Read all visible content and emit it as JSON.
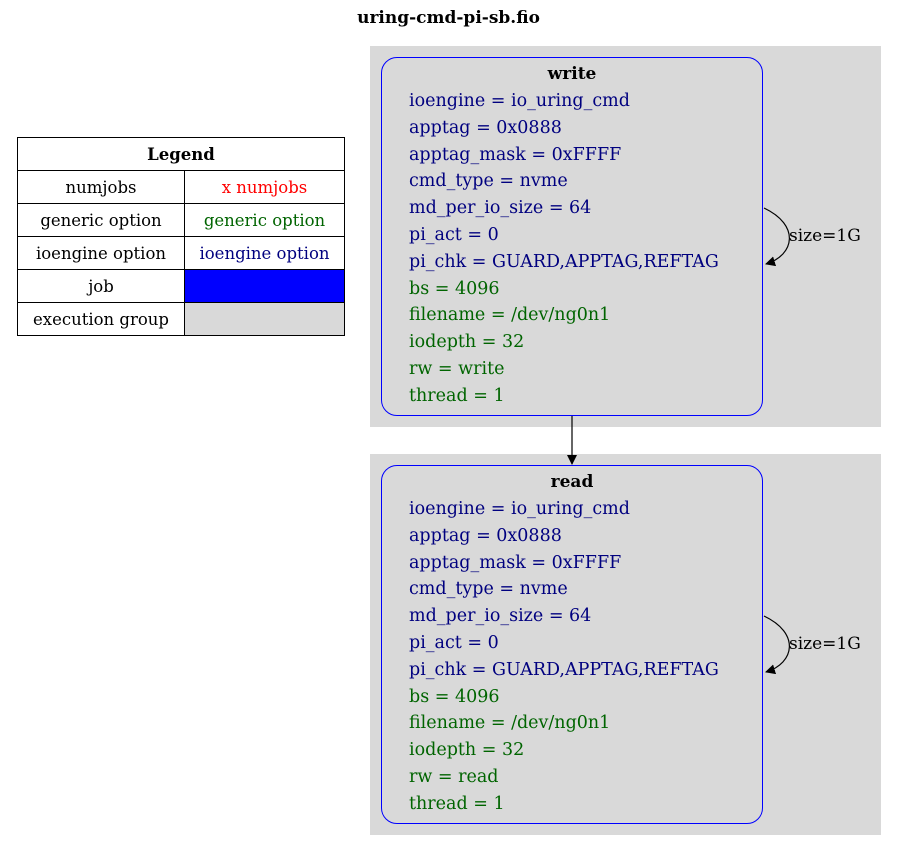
{
  "title": "uring-cmd-pi-sb.fio",
  "legend": {
    "header": "Legend",
    "rows": [
      {
        "label": "numjobs",
        "value": "x numjobs",
        "style": "red"
      },
      {
        "label": "generic option",
        "value": "generic option",
        "style": "green"
      },
      {
        "label": "ioengine option",
        "value": "ioengine option",
        "style": "navy"
      },
      {
        "label": "job",
        "value": "",
        "style": "swatch-blue"
      },
      {
        "label": "execution group",
        "value": "",
        "style": "swatch-gray"
      }
    ]
  },
  "colors": {
    "ioengine_option": "#00007f",
    "generic_option": "#006400",
    "numjobs": "#ff0000",
    "job_border": "#0000ff",
    "group_bg": "#d9d9d9"
  },
  "jobs": [
    {
      "name": "write",
      "ioengine_options": [
        "ioengine = io_uring_cmd",
        "apptag = 0x0888",
        "apptag_mask = 0xFFFF",
        "cmd_type = nvme",
        "md_per_io_size = 64",
        "pi_act = 0",
        "pi_chk = GUARD,APPTAG,REFTAG"
      ],
      "generic_options": [
        "bs = 4096",
        "filename = /dev/ng0n1",
        "iodepth = 32",
        "rw = write",
        "thread = 1"
      ],
      "self_loop_label": "size=1G"
    },
    {
      "name": "read",
      "ioengine_options": [
        "ioengine = io_uring_cmd",
        "apptag = 0x0888",
        "apptag_mask = 0xFFFF",
        "cmd_type = nvme",
        "md_per_io_size = 64",
        "pi_act = 0",
        "pi_chk = GUARD,APPTAG,REFTAG"
      ],
      "generic_options": [
        "bs = 4096",
        "filename = /dev/ng0n1",
        "iodepth = 32",
        "rw = read",
        "thread = 1"
      ],
      "self_loop_label": "size=1G"
    }
  ]
}
